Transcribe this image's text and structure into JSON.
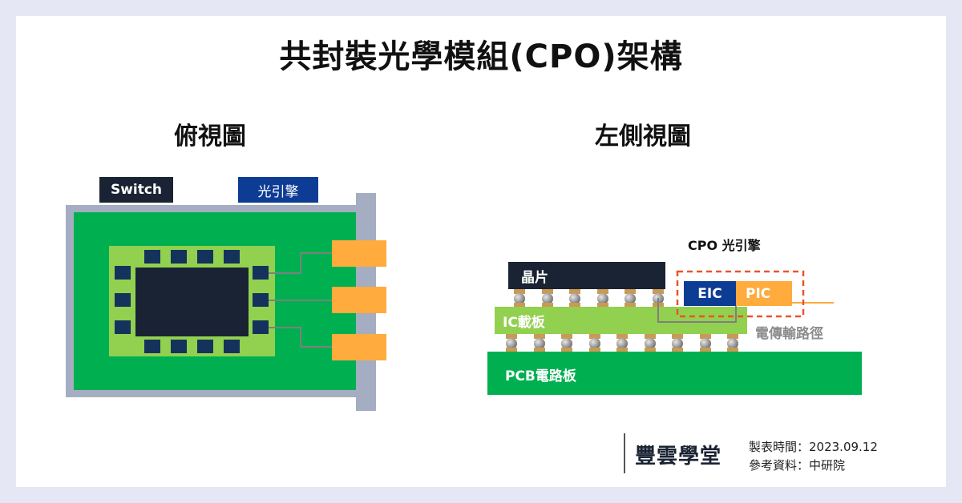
{
  "title": "共封裝光學模組(CPO)架構",
  "top_view": {
    "heading": "俯視圖",
    "switch_label": "Switch",
    "engine_label": "光引擎"
  },
  "side_view": {
    "heading": "左側視圖",
    "die_label": "晶片",
    "cpo_label": "CPO 光引擎",
    "eic_label": "EIC",
    "pic_label": "PIC",
    "substrate_label": "IC載板",
    "path_label": "電傳輸路徑",
    "pcb_label": "PCB電路板"
  },
  "footer": {
    "logo": "豐雲學堂",
    "date_line": "製表時間：2023.09.12",
    "source_line": "參考資料：中研院"
  },
  "colors": {
    "navy": "#1a2333",
    "blue": "#0d3c94",
    "green": "#00b050",
    "light_green": "#92d050",
    "orange": "#ffab3d",
    "frame_gray": "#a4adc1",
    "dashed_red": "#e8542a"
  }
}
